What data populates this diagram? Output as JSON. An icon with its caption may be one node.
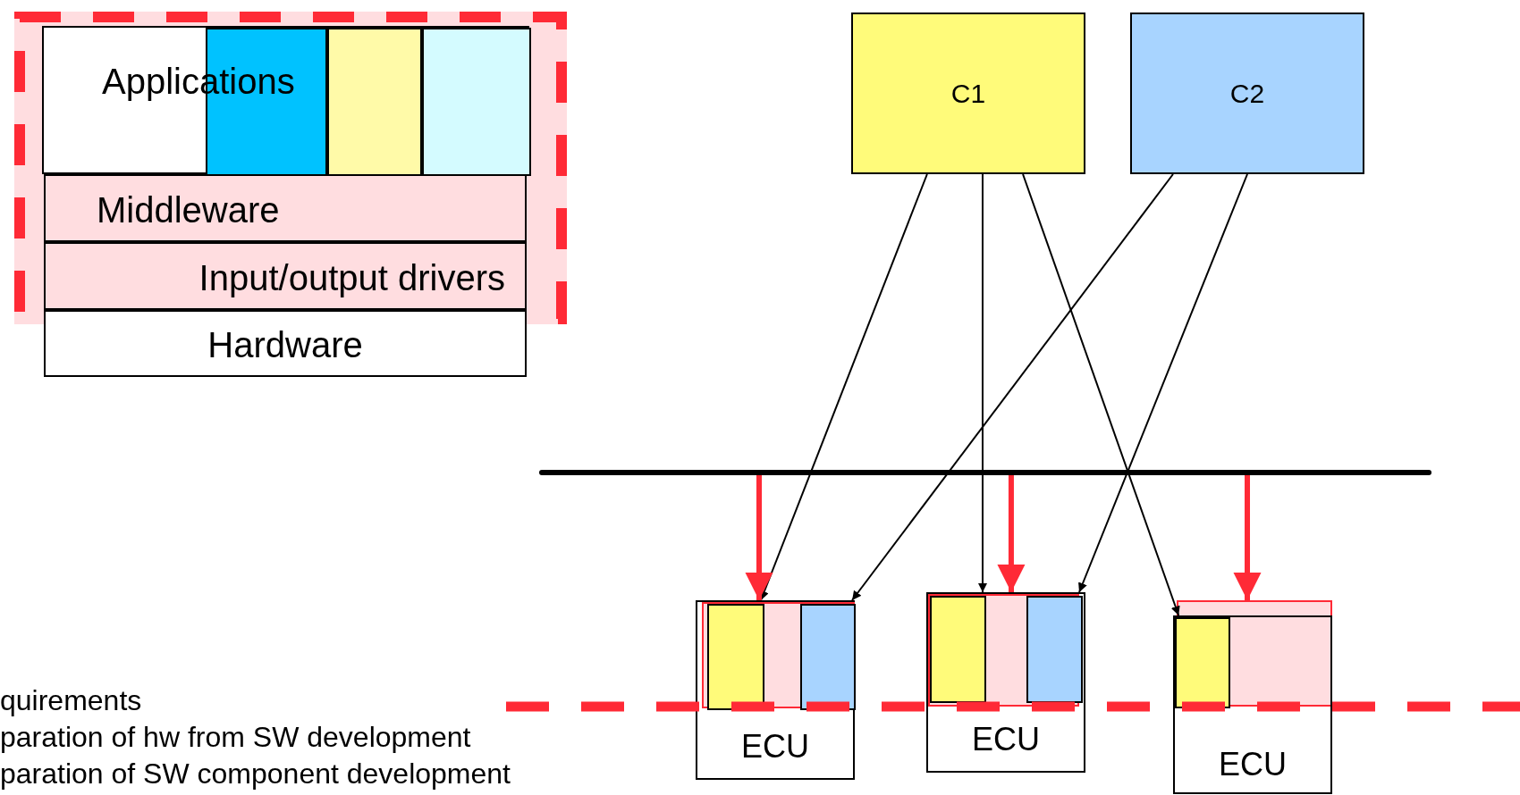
{
  "diagram": {
    "nodes": [
      {
        "text": [],
        "shape": "box"
      },
      {
        "text": [
          "Applications"
        ],
        "in": 0
      },
      {
        "text": [],
        "shape": "box",
        "in": 1
      },
      {
        "text": [],
        "shape": "box",
        "in": 1
      },
      {
        "text": [],
        "shape": "box",
        "in": 1
      },
      {
        "text": [
          "Middleware"
        ],
        "in": 0
      },
      {
        "text": [
          "Input/output drivers"
        ],
        "in": 0
      },
      {
        "text": [
          "Hardware"
        ]
      },
      {
        "text": [
          "C1"
        ]
      },
      {
        "text": [
          "C2"
        ]
      },
      {
        "text": [],
        "shape": "bar"
      },
      {
        "text": [
          "ECU"
        ]
      },
      {
        "text": [],
        "shape": "box",
        "in": 11
      },
      {
        "text": [],
        "shape": "box",
        "in": 12
      },
      {
        "text": [],
        "shape": "box",
        "in": 12
      },
      {
        "text": [
          "ECU"
        ]
      },
      {
        "text": [],
        "shape": "box",
        "in": 15
      },
      {
        "text": [],
        "shape": "box",
        "in": 16
      },
      {
        "text": [],
        "shape": "box",
        "in": 16
      },
      {
        "text": [
          "ECU"
        ]
      },
      {
        "text": [],
        "shape": "box"
      },
      {
        "text": [],
        "shape": "box",
        "in": 20
      }
    ],
    "edges": [
      {
        "from": 8,
        "to": 13,
        "arrow": "to"
      },
      {
        "from": 8,
        "to": 17,
        "arrow": "to"
      },
      {
        "from": 8,
        "to": 21,
        "arrow": "to"
      },
      {
        "from": 9,
        "to": 14,
        "arrow": "to"
      },
      {
        "from": 9,
        "to": 18,
        "arrow": "to"
      },
      {
        "from": 10,
        "to": 12,
        "arrow": "to",
        "style": "thick",
        "color": "#ff2a36"
      },
      {
        "from": 10,
        "to": 16,
        "arrow": "to",
        "style": "thick",
        "color": "#ff2a36"
      },
      {
        "from": 10,
        "to": 20,
        "arrow": "to",
        "style": "thick",
        "color": "#ff2a36"
      }
    ],
    "labels": [
      "quirements",
      "paration of hw from SW development",
      "paration of SW component development"
    ]
  }
}
